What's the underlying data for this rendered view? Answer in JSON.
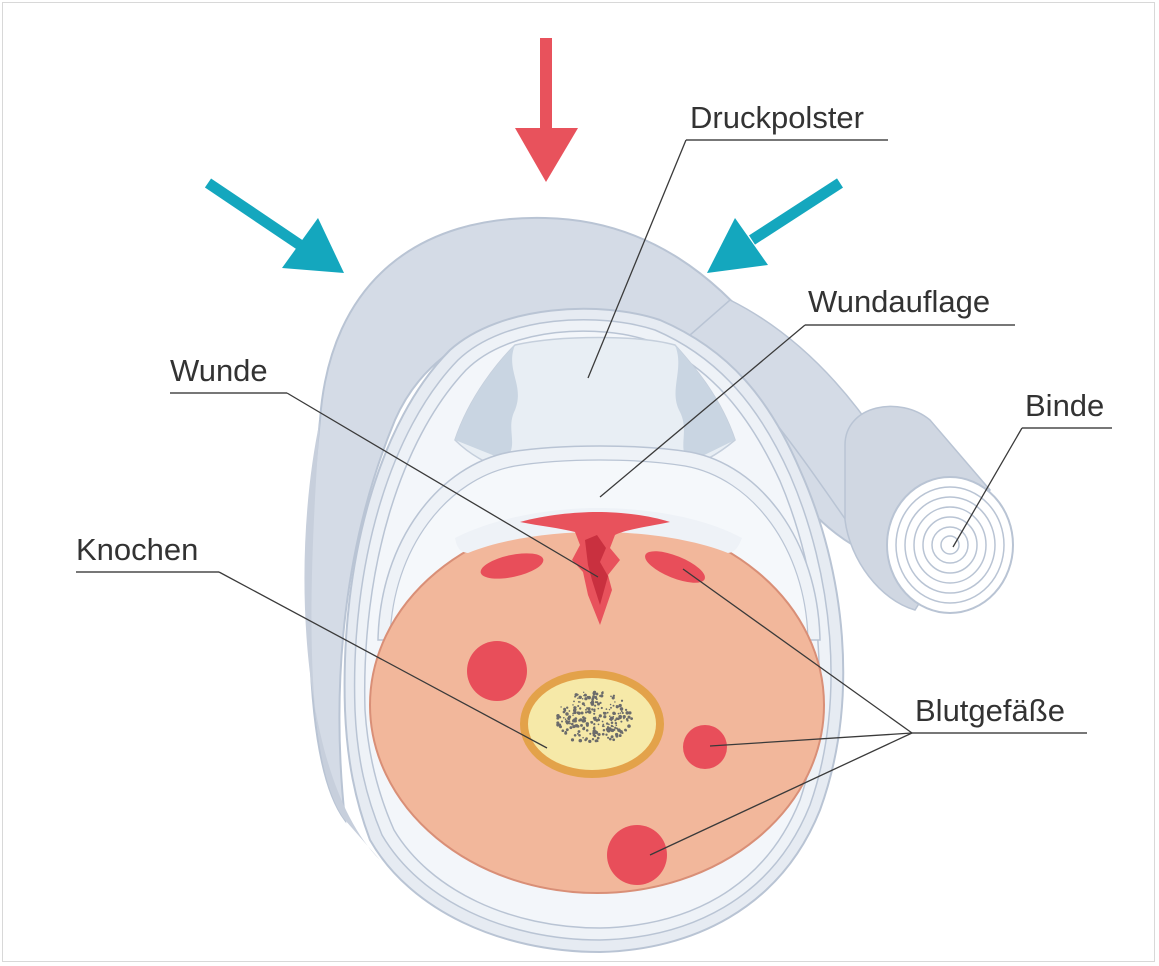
{
  "labels": {
    "druckpolster": "Druckpolster",
    "wundauflage": "Wundauflage",
    "wunde": "Wunde",
    "binde": "Binde",
    "knochen": "Knochen",
    "blutgefaesse": "Blutgefäße"
  },
  "colors": {
    "pressure_arrow": "#e8525c",
    "side_arrows": "#14a7be",
    "bandage": "#d4dbe6",
    "bandage_stroke": "#b9c4d4",
    "pad": "#e8eef4",
    "tissue": "#f2b79b",
    "vessel": "#e84e5a",
    "bone_rim": "#e3a24a",
    "bone_marrow": "#f6e9a8",
    "wound": "#d93c4a"
  }
}
